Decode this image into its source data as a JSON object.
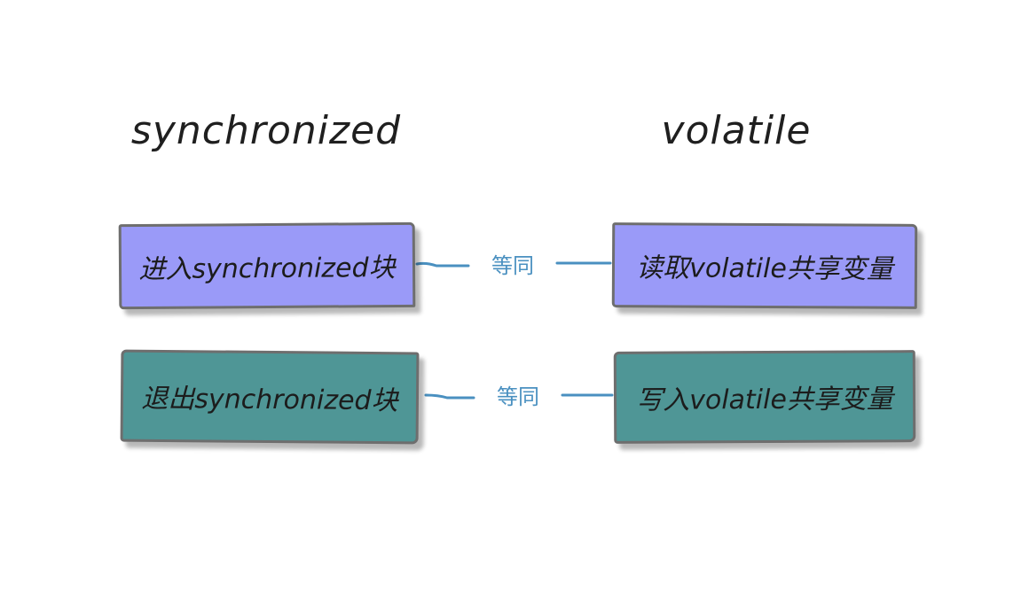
{
  "headings": {
    "left": "synchronized",
    "right": "volatile"
  },
  "rows": [
    {
      "left": "进入synchronized块",
      "relation": "等同",
      "right": "读取volatile共享变量"
    },
    {
      "left": "退出synchronized块",
      "relation": "等同",
      "right": "写入volatile共享变量"
    }
  ],
  "colors": {
    "top_row_fill": "#9a9af8",
    "bottom_row_fill": "#4f9696",
    "connector": "#4a90c0",
    "box_border": "#6e6e6e"
  }
}
